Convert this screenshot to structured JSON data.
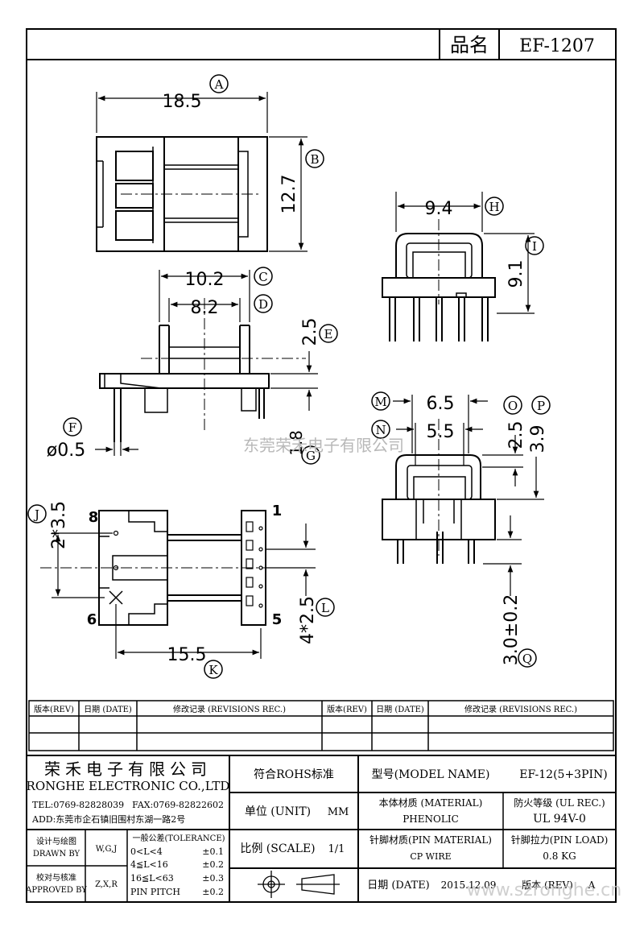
{
  "header": {
    "part_name_label": "品名",
    "part_number": "EF-1207"
  },
  "dimensions": {
    "A": "18.5",
    "B": "12.7",
    "C": "10.2",
    "D": "8.2",
    "E": "2.5",
    "F": "ø0.5",
    "G": "1.8",
    "H": "9.4",
    "I": "9.1",
    "J": "2*3.5",
    "K": "15.5",
    "L": "4*2.5",
    "M": "6.5",
    "N": "5.5",
    "O": "2.5",
    "P": "3.9",
    "Q": "3.0±0.2"
  },
  "pins": {
    "p1": "1",
    "p5": "5",
    "p6": "6",
    "p8": "8"
  },
  "watermark": "东莞荣禾电子有限公司",
  "revisions": {
    "headers": [
      "版本(REV)",
      "日期 (DATE)",
      "修改记录 (REVISIONS REC.)",
      "版本(REV)",
      "日期 (DATE)",
      "修改记录 (REVISIONS REC.)"
    ]
  },
  "company": {
    "name_cn": "荣禾电子有限公司",
    "name_en": "RONGHE ELECTRONIC CO.,LTD",
    "tel": "TEL:0769-82828039",
    "fax": "FAX:0769-82822602",
    "address": "ADD:东莞市企石镇旧围村东湖一路2号"
  },
  "rohs": "符合ROHS标准",
  "model_label": "型号(MODEL NAME)",
  "model_value": "EF-12(5+3PIN)",
  "unit_label": "单位 (UNIT)",
  "unit_value": "MM",
  "scale_label": "比例 (SCALE)",
  "scale_value": "1/1",
  "material_label": "本体材质 (MATERIAL)",
  "material_value": "PHENOLIC",
  "ul_label": "防火等级 (UL REC.)",
  "ul_value": "UL 94V-0",
  "pin_material_label": "针脚材质(PIN MATERIAL)",
  "pin_material_value": "CP WIRE",
  "pin_load_label": "针脚拉力(PIN LOAD)",
  "pin_load_value": "0.8 KG",
  "date_label": "日期 (DATE)",
  "date_value": "2015.12.09",
  "rev_label": "版本 (REV)",
  "rev_value": "A",
  "drawn_label_cn": "设计与绘图",
  "drawn_label_en": "DRAWN BY",
  "drawn_value": "W,G,J",
  "approved_label_cn": "校对与核准",
  "approved_label_en": "APPROVED BY",
  "approved_value": "Z,X,R",
  "tolerance": {
    "title": "一般公差(TOLERANCE)",
    "rows": [
      {
        "range": "0<L<4",
        "value": "±0.1"
      },
      {
        "range": "4≦L<16",
        "value": "±0.2"
      },
      {
        "range": "16≦L<63",
        "value": "±0.3"
      },
      {
        "range": "PIN PITCH",
        "value": "±0.2"
      }
    ]
  },
  "website": "www.szronghe.cn"
}
